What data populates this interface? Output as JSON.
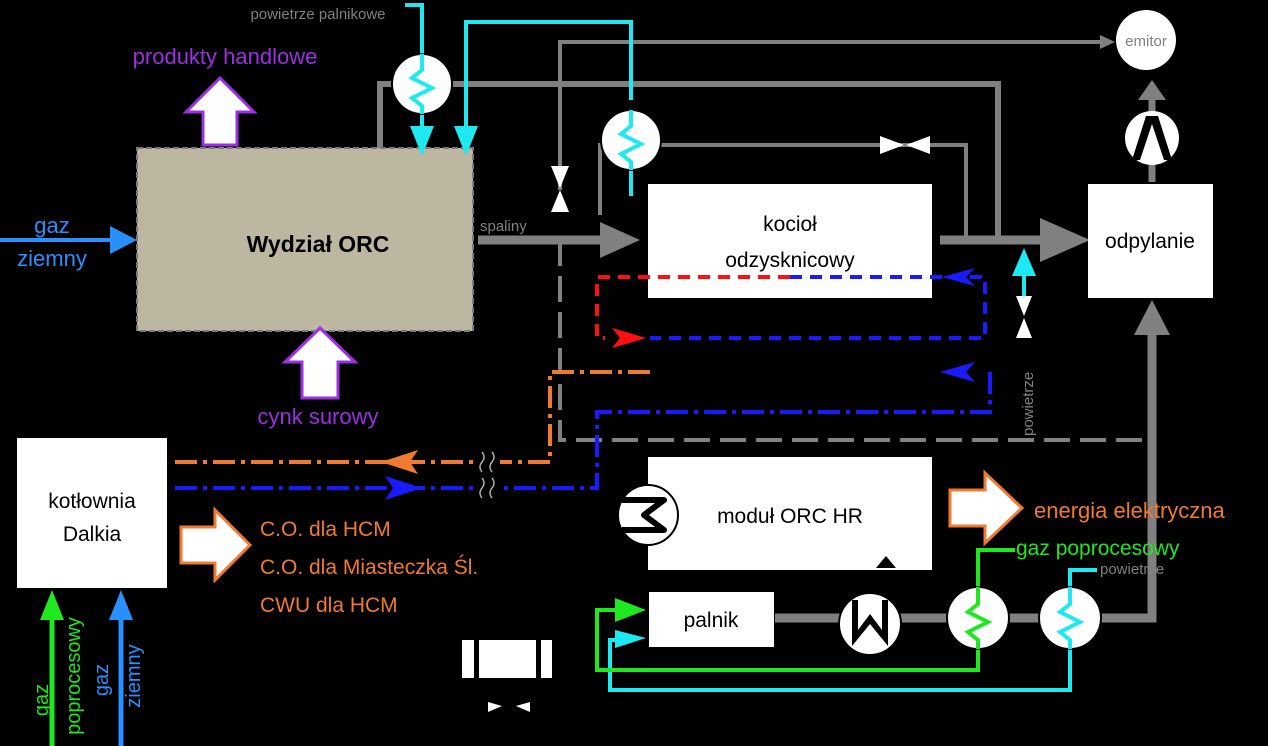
{
  "nodes": {
    "wydzial": "Wydział ORC",
    "kociol_line1": "kocioł",
    "kociol_line2": "odzysknicowy",
    "odpylanie": "odpylanie",
    "emitor": "emitor",
    "modul": "moduł ORC HR",
    "palnik": "palnik",
    "kotlownia_line1": "kotłownia",
    "kotlownia_line2": "Dalkia"
  },
  "labels": {
    "powietrze_palnikowe": "powietrze palnikowe",
    "produkty_handlowe": "produkty handlowe",
    "cynk_surowy": "cynk surowy",
    "gaz_ziemny_left_1": "gaz",
    "gaz_ziemny_left_2": "ziemny",
    "spaliny": "spaliny",
    "powietrze_vertical": "powietrze",
    "energia": "energia elektryczna",
    "gaz_poprocesowy_right": "gaz poprocesowy",
    "powietrze_right": "powietrze",
    "co_hcm": "C.O. dla HCM",
    "co_miasteczka": "C.O. dla Miasteczka Śl.",
    "cwu_hcm": "CWU dla HCM",
    "gaz_poproc_bottom_1": "gaz",
    "gaz_poproc_bottom_2": "poprocesowy",
    "gaz_ziemny_bottom_1": "gaz",
    "gaz_ziemny_bottom_2": "ziemny"
  },
  "colors": {
    "gray": "#808080",
    "cyan": "#1ee8f0",
    "blue": "#1a1aff",
    "red": "#ff1010",
    "orange": "#f07a30",
    "green": "#1ee81e",
    "sky": "#2a8fff",
    "purple": "#9a30e0",
    "beige": "#bdb6a0"
  }
}
